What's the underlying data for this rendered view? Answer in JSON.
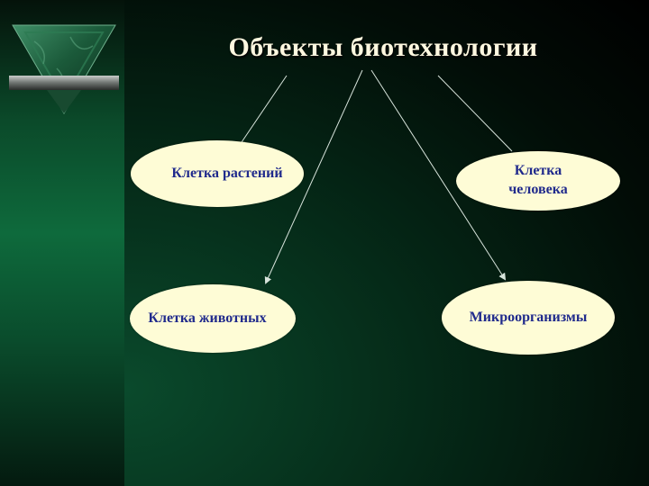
{
  "slide": {
    "title": "Объекты биотехнологии",
    "colors": {
      "node_fill": "#fefcd6",
      "node_text": "#202a8c",
      "title_text": "#fff8e0",
      "connector": "#d8e4dc",
      "sidebar_green": "#0e6a3c"
    },
    "logo_icon": "green-marble-triangle-icon"
  },
  "nodes": {
    "plant_cell": "Клетка растений",
    "human_cell": "Клетка человека",
    "animal_cell": "Клетка животных",
    "microorganisms": "Микроорганизмы"
  }
}
